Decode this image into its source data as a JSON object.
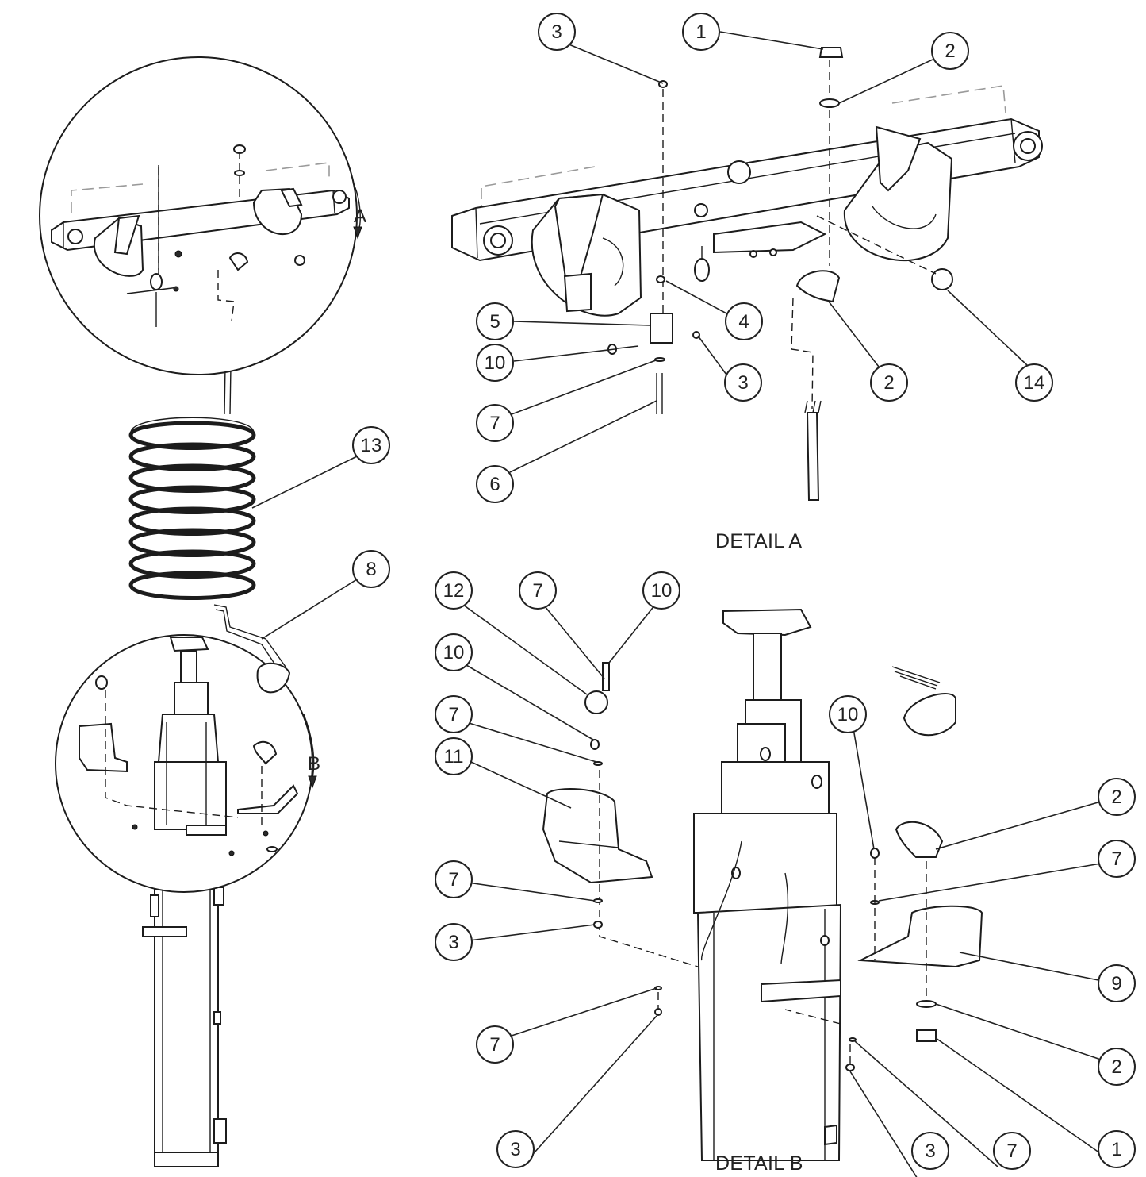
{
  "details": {
    "a_caption": "DETAIL A",
    "b_caption": "DETAIL B",
    "a_marker": "A",
    "b_marker": "B"
  },
  "callouts": [
    {
      "n": "3"
    },
    {
      "n": "1"
    },
    {
      "n": "2"
    },
    {
      "n": "4"
    },
    {
      "n": "5"
    },
    {
      "n": "10"
    },
    {
      "n": "3"
    },
    {
      "n": "2"
    },
    {
      "n": "14"
    },
    {
      "n": "7"
    },
    {
      "n": "6"
    },
    {
      "n": "13"
    },
    {
      "n": "8"
    },
    {
      "n": "12"
    },
    {
      "n": "7"
    },
    {
      "n": "10"
    },
    {
      "n": "10"
    },
    {
      "n": "7"
    },
    {
      "n": "11"
    },
    {
      "n": "10"
    },
    {
      "n": "2"
    },
    {
      "n": "7"
    },
    {
      "n": "7"
    },
    {
      "n": "3"
    },
    {
      "n": "9"
    },
    {
      "n": "2"
    },
    {
      "n": "7"
    },
    {
      "n": "1"
    },
    {
      "n": "3"
    },
    {
      "n": "3"
    },
    {
      "n": "7"
    }
  ],
  "colors": {
    "line": "#1c1c1c",
    "hidden_line": "#9a9a9a",
    "paper": "#ffffff"
  }
}
